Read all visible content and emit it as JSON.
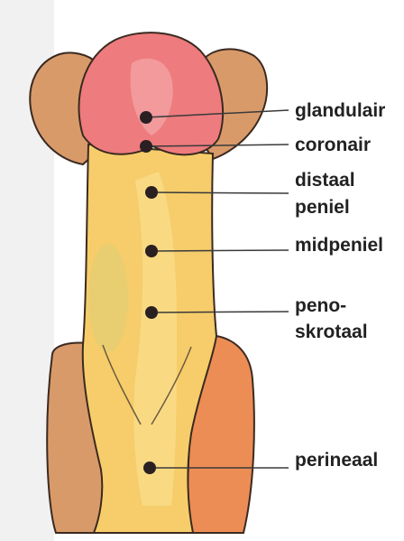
{
  "colors": {
    "background_light": "#f4f4f4",
    "shaft_fill": "#f6cd6a",
    "shaft_light": "#fbe08e",
    "glans_fill": "#ee7b7d",
    "glans_highlight": "#f3a3a4",
    "side_fill": "#d99a6a",
    "side_right_fill": "#ec8d55",
    "outline": "#3a2a20",
    "marker": "#2a2022",
    "leader": "#3a3a3a"
  },
  "labels": {
    "glandular": "glandulair",
    "coronal": "coronair",
    "distal_line1": "distaal",
    "distal_line2": "peniel",
    "midpenile": "midpeniel",
    "penoscrotal_line1": "peno-",
    "penoscrotal_line2": "skrotaal",
    "perineal": "perineaal"
  }
}
